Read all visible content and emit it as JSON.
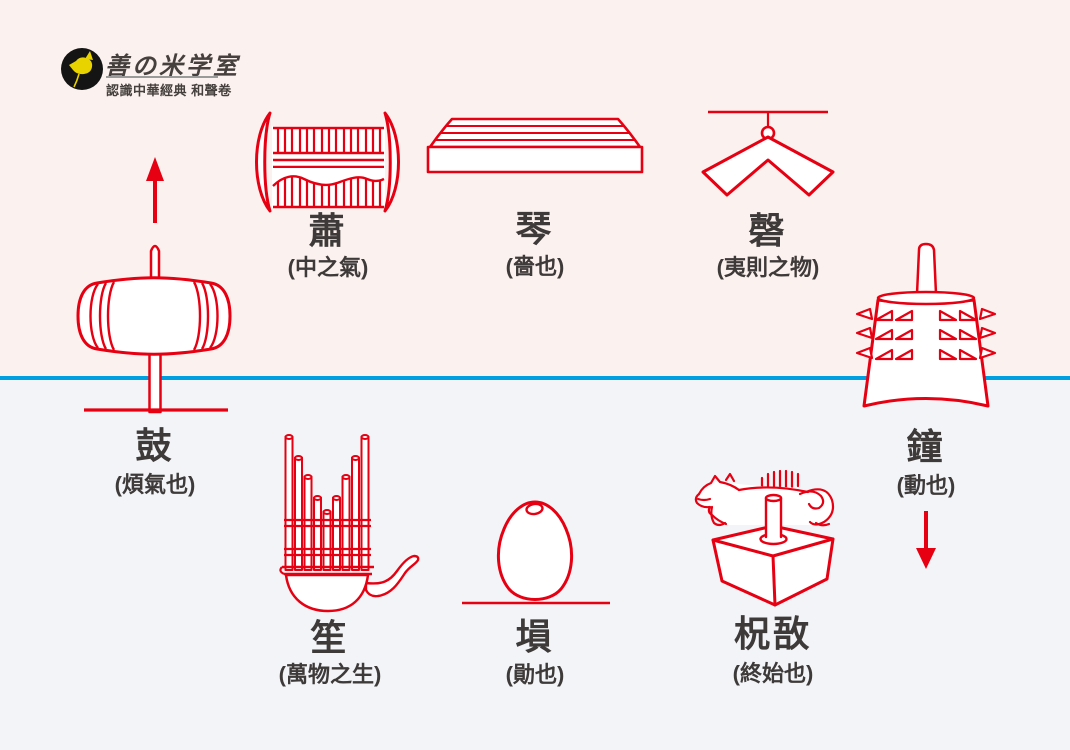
{
  "colors": {
    "red": "#e60012",
    "blue": "#00a0e0",
    "bg_top": "#fbf1ee",
    "bg_bottom": "#f2f4f7",
    "text": "#3e3a39",
    "logo_black": "#141414",
    "logo_yellow": "#e8d200"
  },
  "logo": {
    "title": "善の米学室",
    "subtitle": "認識中華經典 和聲卷",
    "icon": "bird-icon"
  },
  "arrows": {
    "up": "up-arrow",
    "down": "down-arrow"
  },
  "instruments": [
    {
      "id": "gu",
      "name": "鼓",
      "note": "(煩氣也)"
    },
    {
      "id": "xiao",
      "name": "蕭",
      "note": "(中之氣)"
    },
    {
      "id": "qin",
      "name": "琴",
      "note": "(嗇也)"
    },
    {
      "id": "qing",
      "name": "磬",
      "note": "(夷則之物)"
    },
    {
      "id": "zhong",
      "name": "鐘",
      "note": "(動也)"
    },
    {
      "id": "sheng",
      "name": "笙",
      "note": "(萬物之生)"
    },
    {
      "id": "xun",
      "name": "塤",
      "note": "(勛也)"
    },
    {
      "id": "zhuyu",
      "name": "柷敔",
      "note": "(終始也)"
    }
  ]
}
